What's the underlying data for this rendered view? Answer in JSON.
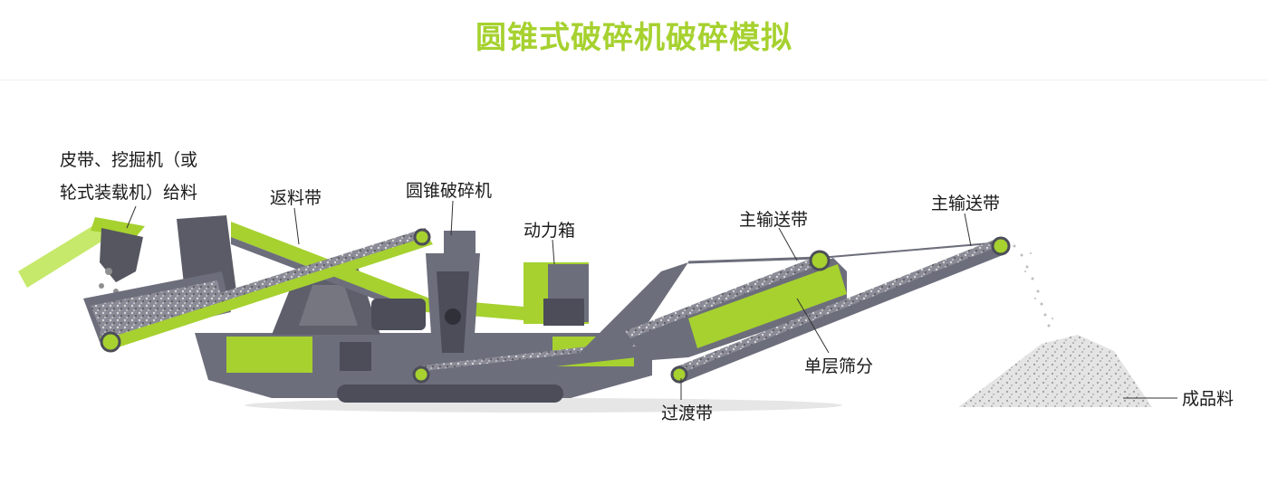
{
  "page": {
    "title": "圆锥式破碎机破碎模拟"
  },
  "colors": {
    "accent": "#a6d12f",
    "frame": "#6d6e7c",
    "frame_dark": "#4c4d59",
    "stone": "#b9b9b9"
  },
  "labels": {
    "feed_line1": "皮带、挖掘机（或",
    "feed_line2": "轮式装载机）给料",
    "return_belt": "返料带",
    "cone_crusher": "圆锥破碎机",
    "power_box": "动力箱",
    "main_belt_1": "主输送带",
    "main_belt_2": "主输送带",
    "single_screen": "单层筛分",
    "transfer_belt": "过渡带",
    "product": "成品料"
  }
}
